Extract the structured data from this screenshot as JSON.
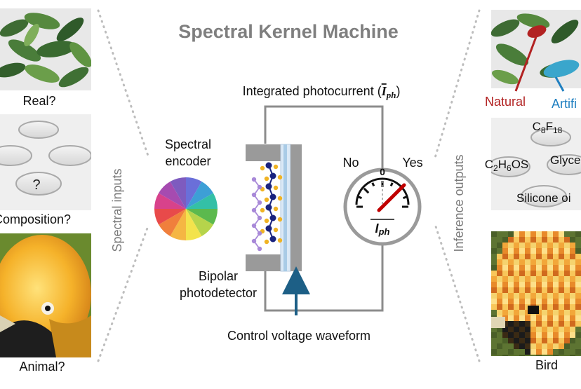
{
  "title": "Spectral Kernel Machine",
  "inputs": {
    "side_label": "Spectral inputs",
    "panel1_caption": "Real?",
    "panel2_caption": "Composition?",
    "panel2_mark": "?",
    "panel3_caption": "Animal?"
  },
  "outputs": {
    "side_label": "Inference outputs",
    "leaf_label_natural": "Natural",
    "leaf_label_artificial": "Artifi",
    "chem_c8f18": "C8F18",
    "chem_c2h6os": "C2H6OS",
    "chem_glycerol": "Glyce",
    "chem_silicone": "Silicone oi",
    "panel3_caption": "Bird"
  },
  "device": {
    "integrated_label": "Integrated photocurrent (",
    "integrated_symbol": "I",
    "integrated_sub": "ph",
    "integrated_close": ")",
    "encoder_line1": "Spectral",
    "encoder_line2": "encoder",
    "detector_line1": "Bipolar",
    "detector_line2": "photodetector",
    "control_label": "Control voltage waveform"
  },
  "meter": {
    "no_label": "No",
    "yes_label": "Yes",
    "zero_label": "0",
    "symbol": "I",
    "symbol_sub": "ph"
  },
  "colors": {
    "title": "#7f7f7f",
    "wire": "#8c8c8c",
    "needle": "#c00000",
    "natural": "#b22222",
    "artificial": "#1f7fc0",
    "arrow": "#1d5f86",
    "electrode": "#9a9a9a",
    "film_light": "#dbe9f6",
    "film_blue": "#a9cbe6"
  },
  "color_wheel": [
    "#6a6fd9",
    "#3d9fd6",
    "#34c0a6",
    "#5cb94e",
    "#b6d44b",
    "#f3e34c",
    "#f5b643",
    "#f07f3c",
    "#e84a4a",
    "#d8428b",
    "#a64bb0",
    "#7e5bbf"
  ]
}
